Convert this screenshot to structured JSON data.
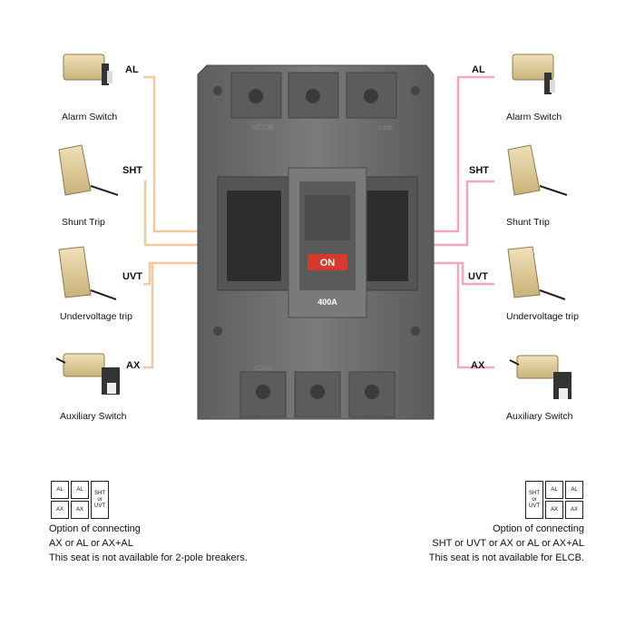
{
  "colors": {
    "left_wire": "#f3c89c",
    "right_wire": "#f0a7bd",
    "breaker_body": "#6f6f6f",
    "on_button": "#d63a2c"
  },
  "breaker": {
    "top_text_left": "MCCB",
    "top_text_right": "LINE",
    "bottom_text": "LOAD",
    "on_label": "ON",
    "rating": "400A"
  },
  "left_accessories": [
    {
      "code": "AL",
      "name": "Alarm Switch"
    },
    {
      "code": "SHT",
      "name": "Shunt Trip"
    },
    {
      "code": "UVT",
      "name": "Undervoltage trip"
    },
    {
      "code": "AX",
      "name": "Auxiliary Switch"
    }
  ],
  "right_accessories": [
    {
      "code": "AL",
      "name": "Alarm Switch"
    },
    {
      "code": "SHT",
      "name": "Shunt Trip"
    },
    {
      "code": "UVT",
      "name": "Undervoltage trip"
    },
    {
      "code": "AX",
      "name": "Auxiliary Switch"
    }
  ],
  "left_grid": [
    "AL",
    "AL",
    "AX",
    "AX",
    "SHT or UVT"
  ],
  "right_grid": [
    "SHT or UVT",
    "AL",
    "AL",
    "AX",
    "AX"
  ],
  "left_note": {
    "line1": "Option of connecting",
    "line2": "AX or AL or AX+AL",
    "line3": "This seat is not available for 2-pole breakers."
  },
  "right_note": {
    "line1": "Option of connecting",
    "line2": "SHT or UVT or AX or AL or AX+AL",
    "line3": "This seat is not available for ELCB."
  }
}
